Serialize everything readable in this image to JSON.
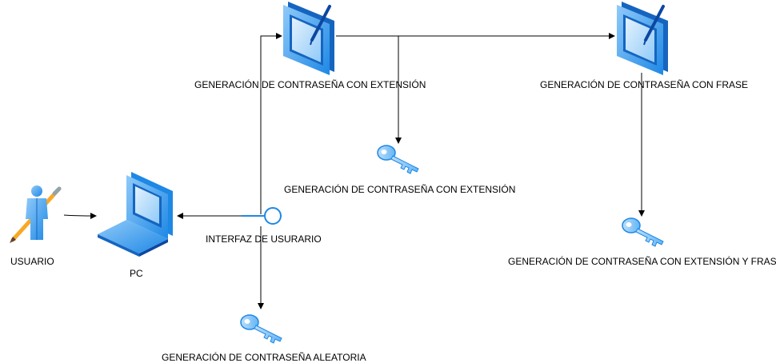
{
  "nodes": {
    "usuario": {
      "label": "USUARIO",
      "icon": "user-with-pencil-icon"
    },
    "pc": {
      "label": "PC",
      "icon": "laptop-icon"
    },
    "interfaz": {
      "label": "INTERFAZ DE USURARIO",
      "icon": "interface-lollipop-icon"
    },
    "gen_extension_process": {
      "label": "GENERACIÓN  DE CONTRASEÑA CON EXTENSIÓN",
      "icon": "edit-screen-icon"
    },
    "gen_frase_process": {
      "label": "GENERACIÓN  DE CONTRASEÑA CON FRASE",
      "icon": "edit-screen-icon"
    },
    "key_extension": {
      "label": "GENERACIÓN DE CONTRASEÑA CON EXTENSIÓN",
      "icon": "key-icon"
    },
    "key_extension_frase": {
      "label": "GENERACIÓN DE CONTRASEÑA CON EXTENSIÓN Y FRASE",
      "icon": "key-icon"
    },
    "key_aleatoria": {
      "label": "GENERACIÓN DE CONTRASEÑA ALEATORIA",
      "icon": "key-icon"
    }
  },
  "colors": {
    "icon_blue": "#1e88e5",
    "icon_light": "#64b5f6",
    "icon_pale": "#bbdefb",
    "line": "#000000"
  }
}
